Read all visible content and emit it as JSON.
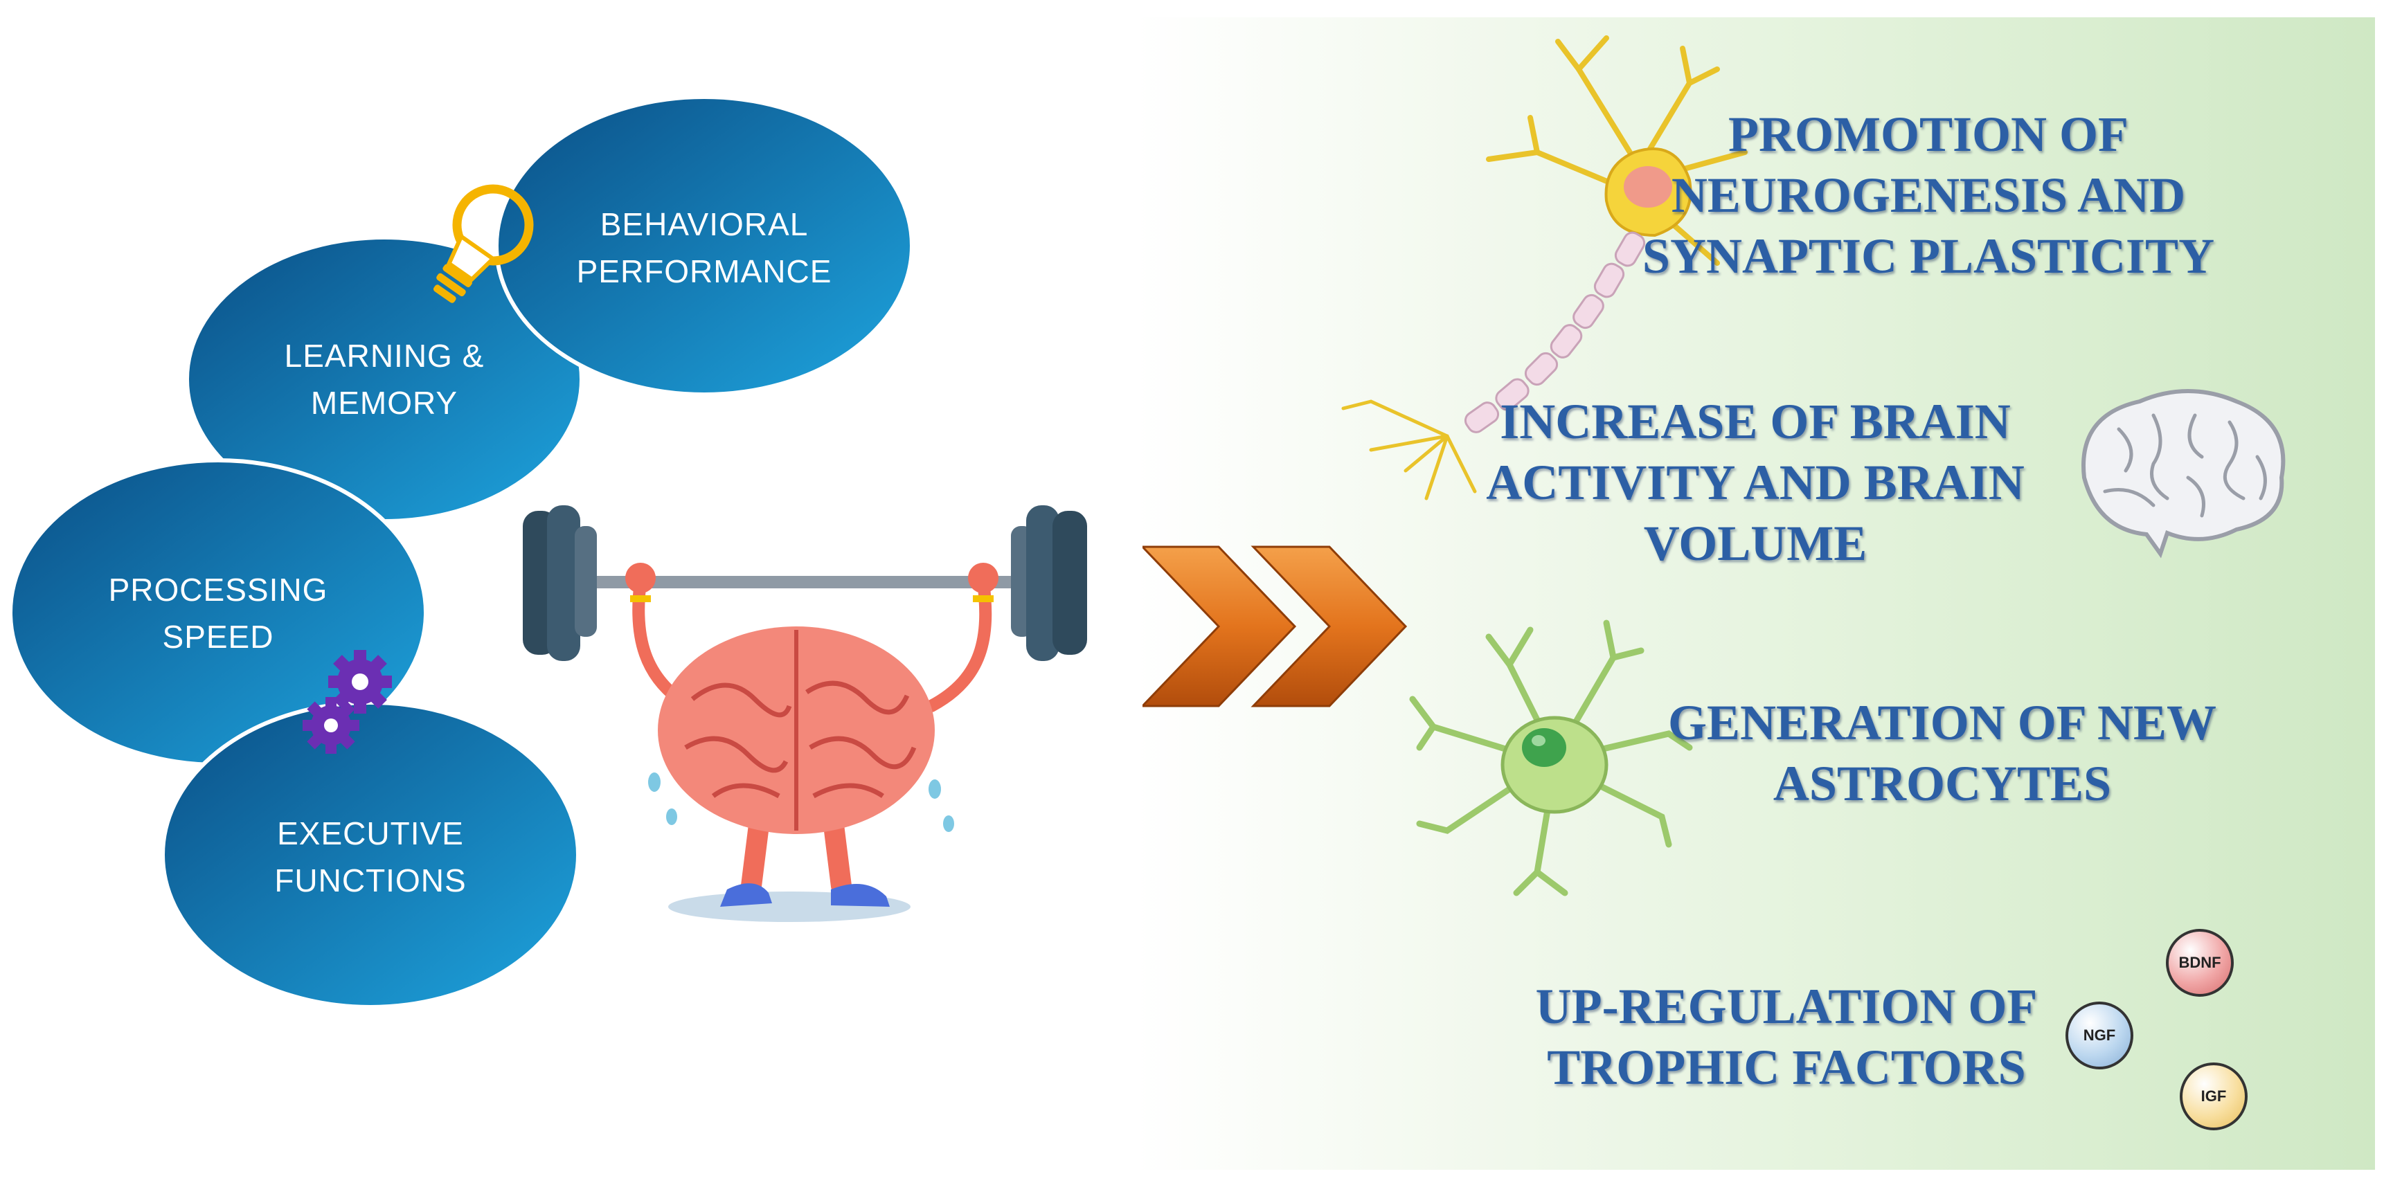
{
  "cognitive_outcomes": [
    {
      "id": "behavioral",
      "lines": [
        "BEHAVIORAL",
        "PERFORMANCE"
      ]
    },
    {
      "id": "learning",
      "lines": [
        "LEARNING &",
        "MEMORY"
      ]
    },
    {
      "id": "processing",
      "lines": [
        "PROCESSING",
        "SPEED"
      ]
    },
    {
      "id": "executive",
      "lines": [
        "EXECUTIVE",
        "FUNCTIONS"
      ]
    }
  ],
  "effects": [
    {
      "id": "neurogenesis",
      "lines": [
        "PROMOTION OF",
        "NEUROGENESIS AND",
        "SYNAPTIC PLASTICITY"
      ]
    },
    {
      "id": "brain-activity",
      "lines": [
        "INCREASE OF BRAIN",
        "ACTIVITY AND BRAIN",
        "VOLUME"
      ]
    },
    {
      "id": "astrocytes",
      "lines": [
        "GENERATION OF NEW",
        "ASTROCYTES"
      ]
    },
    {
      "id": "trophic",
      "lines": [
        "UP-REGULATION OF",
        "TROPHIC FACTORS"
      ]
    }
  ],
  "trophic_factors": [
    {
      "id": "bdnf",
      "label": "BDNF",
      "color": "#f0a6a6"
    },
    {
      "id": "ngf",
      "label": "NGF",
      "color": "#bcd7ef"
    },
    {
      "id": "igf",
      "label": "IGF",
      "color": "#f8dfa0"
    }
  ],
  "colors": {
    "bubble_dark": "#0b4f86",
    "bubble_light": "#1ea4de",
    "effect_text": "#2c5fa5",
    "arrow": "#e3741d",
    "panel_green": "#cfe8c4"
  },
  "icons": [
    "lightbulb-icon",
    "gears-icon",
    "brain-lifting-barbell-illustration",
    "double-chevron-arrow-icon",
    "neuron-icon",
    "brain-icon",
    "astrocyte-icon"
  ]
}
